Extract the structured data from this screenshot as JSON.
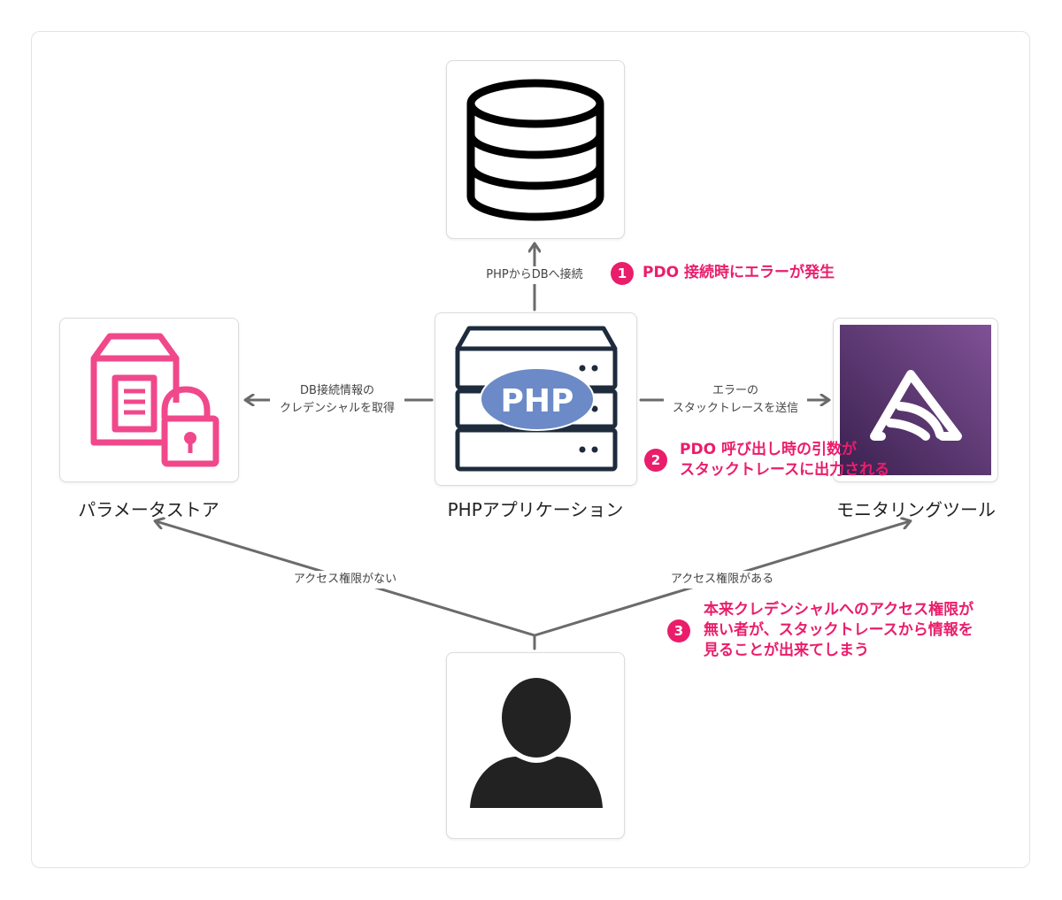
{
  "nodes": {
    "database": {
      "label": ""
    },
    "php_app": {
      "label": "PHPアプリケーション",
      "logo_text": "PHP"
    },
    "parameter_store": {
      "label": "パラメータストア"
    },
    "monitoring_tool": {
      "label": "モニタリングツール"
    },
    "user": {
      "label": ""
    }
  },
  "edges": {
    "php_to_db": {
      "label": "PHPからDBへ接続"
    },
    "php_to_store": {
      "line1": "DB接続情報の",
      "line2": "クレデンシャルを取得"
    },
    "php_to_monitor": {
      "line1": "エラーの",
      "line2": "スタックトレースを送信"
    },
    "user_to_store": {
      "label": "アクセス権限がない"
    },
    "user_to_monitor": {
      "label": "アクセス権限がある"
    }
  },
  "notes": [
    {
      "badge": "1",
      "lines": [
        "PDO 接続時にエラーが発生"
      ]
    },
    {
      "badge": "2",
      "lines": [
        "PDO 呼び出し時の引数が",
        "スタックトレースに出力される"
      ]
    },
    {
      "badge": "3",
      "lines": [
        "本来クレデンシャルへのアクセス権限が",
        "無い者が、スタックトレースから情報を",
        "見ることが出来てしまう"
      ]
    }
  ],
  "colors": {
    "accent": "#ea1d6b",
    "parameter_store_icon": "#f0488b",
    "php_ellipse": "#6b8ac7",
    "monitoring_bg_start": "#7f5195",
    "monitoring_bg_end": "#3b2150",
    "arrow": "#6b6b6b"
  },
  "icons": {
    "database": "database-icon",
    "php_server": "php-server-icon",
    "parameter_store": "parameter-store-lock-icon",
    "monitoring": "sentry-logo-icon",
    "user": "user-silhouette-icon"
  }
}
